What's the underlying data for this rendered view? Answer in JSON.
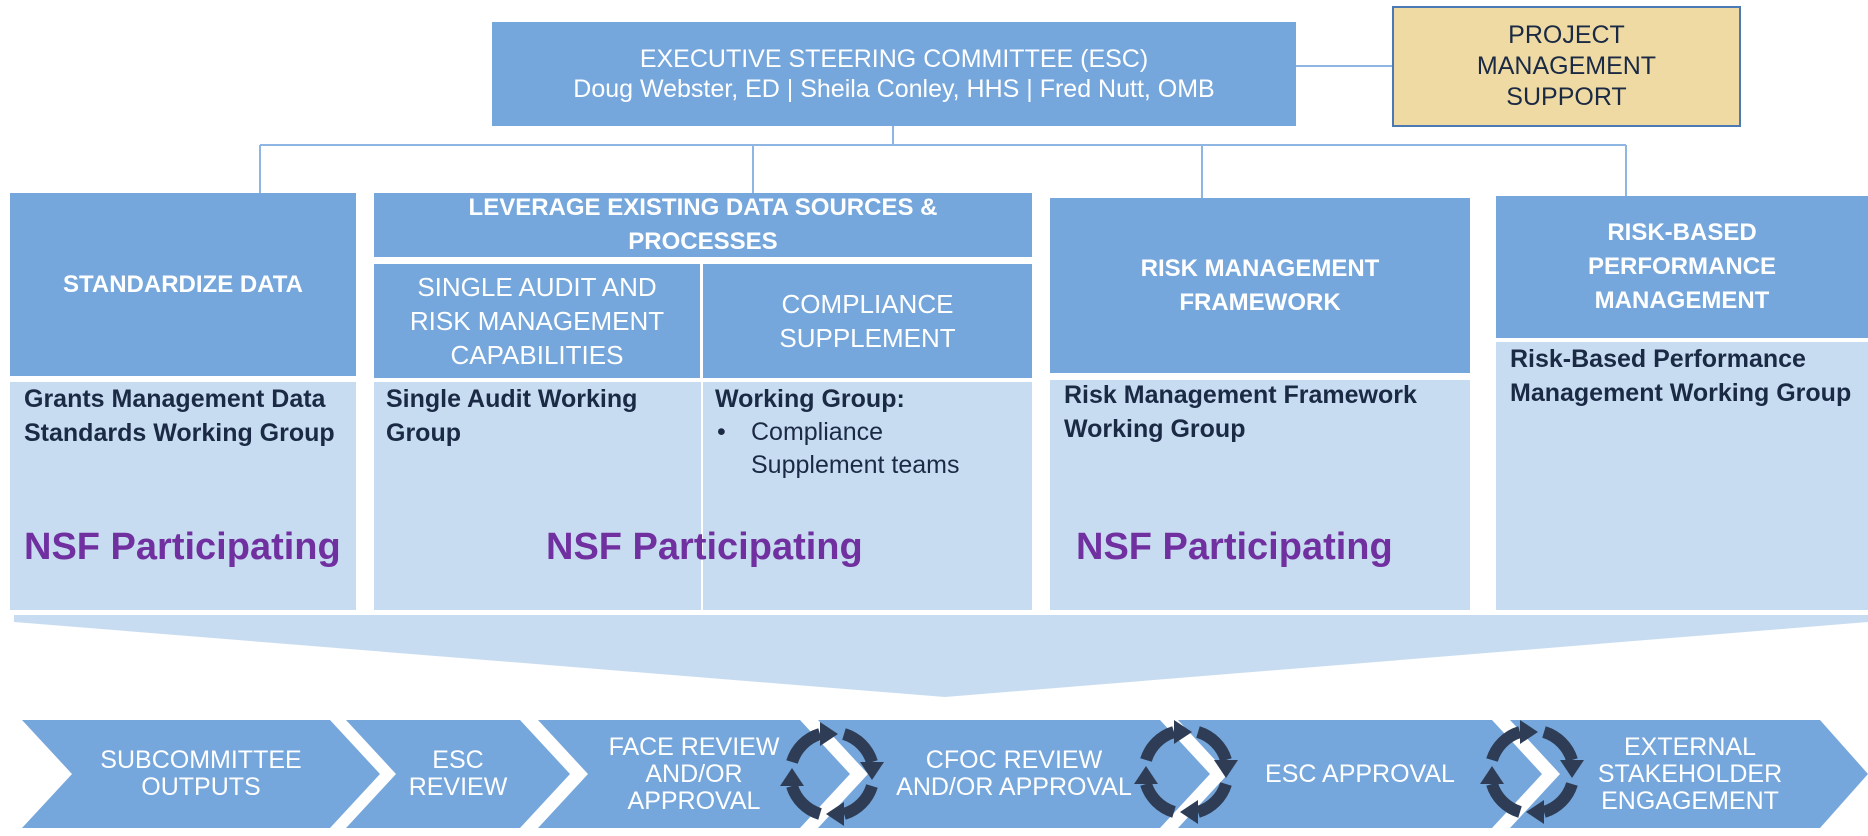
{
  "esc": {
    "title": "EXECUTIVE STEERING COMMITTEE (ESC)",
    "members": "Doug Webster, ED | Sheila Conley, HHS | Fred Nutt, OMB"
  },
  "pms": {
    "line1": "PROJECT",
    "line2": "MANAGEMENT",
    "line3": "SUPPORT"
  },
  "columns": {
    "standardize": {
      "header": "STANDARDIZE DATA",
      "working_group": "Grants Management Data Standards Working Group",
      "nsf": "NSF Participating"
    },
    "leverage": {
      "header": "LEVERAGE EXISTING DATA SOURCES & PROCESSES",
      "single_audit_header": "SINGLE AUDIT AND RISK MANAGEMENT CAPABILITIES",
      "single_audit_wg": "Single Audit Working Group",
      "compliance_header": "COMPLIANCE SUPPLEMENT",
      "compliance_wg": "Working Group:",
      "compliance_bullet": "Compliance Supplement teams",
      "nsf": "NSF Participating"
    },
    "risk_framework": {
      "header": "RISK MANAGEMENT FRAMEWORK",
      "working_group": "Risk Management Framework Working Group",
      "nsf": "NSF Participating"
    },
    "risk_performance": {
      "header": "RISK-BASED PERFORMANCE MANAGEMENT",
      "working_group": "Risk-Based Performance Management Working Group"
    }
  },
  "process": [
    {
      "line1": "SUBCOMMITTEE",
      "line2": "OUTPUTS",
      "line3": ""
    },
    {
      "line1": "ESC",
      "line2": "REVIEW",
      "line3": ""
    },
    {
      "line1": "FACE REVIEW",
      "line2": "AND/OR",
      "line3": "APPROVAL"
    },
    {
      "line1": "CFOC REVIEW",
      "line2": "AND/OR APPROVAL",
      "line3": ""
    },
    {
      "line1": "ESC APPROVAL",
      "line2": "",
      "line3": ""
    },
    {
      "line1": "EXTERNAL",
      "line2": "STAKEHOLDER",
      "line3": "ENGAGEMENT"
    }
  ],
  "colors": {
    "header_blue": "#76a7dc",
    "body_blue": "#c8dcf1",
    "pms_fill": "#efdaa3",
    "pms_border": "#4a79b4",
    "nsf_purple": "#7030a0",
    "cycle_icon": "#2e3d55"
  }
}
